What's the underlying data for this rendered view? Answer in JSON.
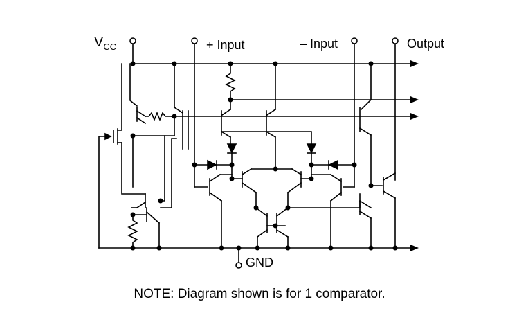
{
  "labels": {
    "vcc_main": "V",
    "vcc_sub": "CC",
    "plus_input": "+ Input",
    "minus_input": "– Input",
    "output": "Output",
    "gnd": "GND"
  },
  "note": "NOTE: Diagram shown is for 1 comparator.",
  "colors": {
    "ink": "#000000",
    "background": "#ffffff"
  }
}
